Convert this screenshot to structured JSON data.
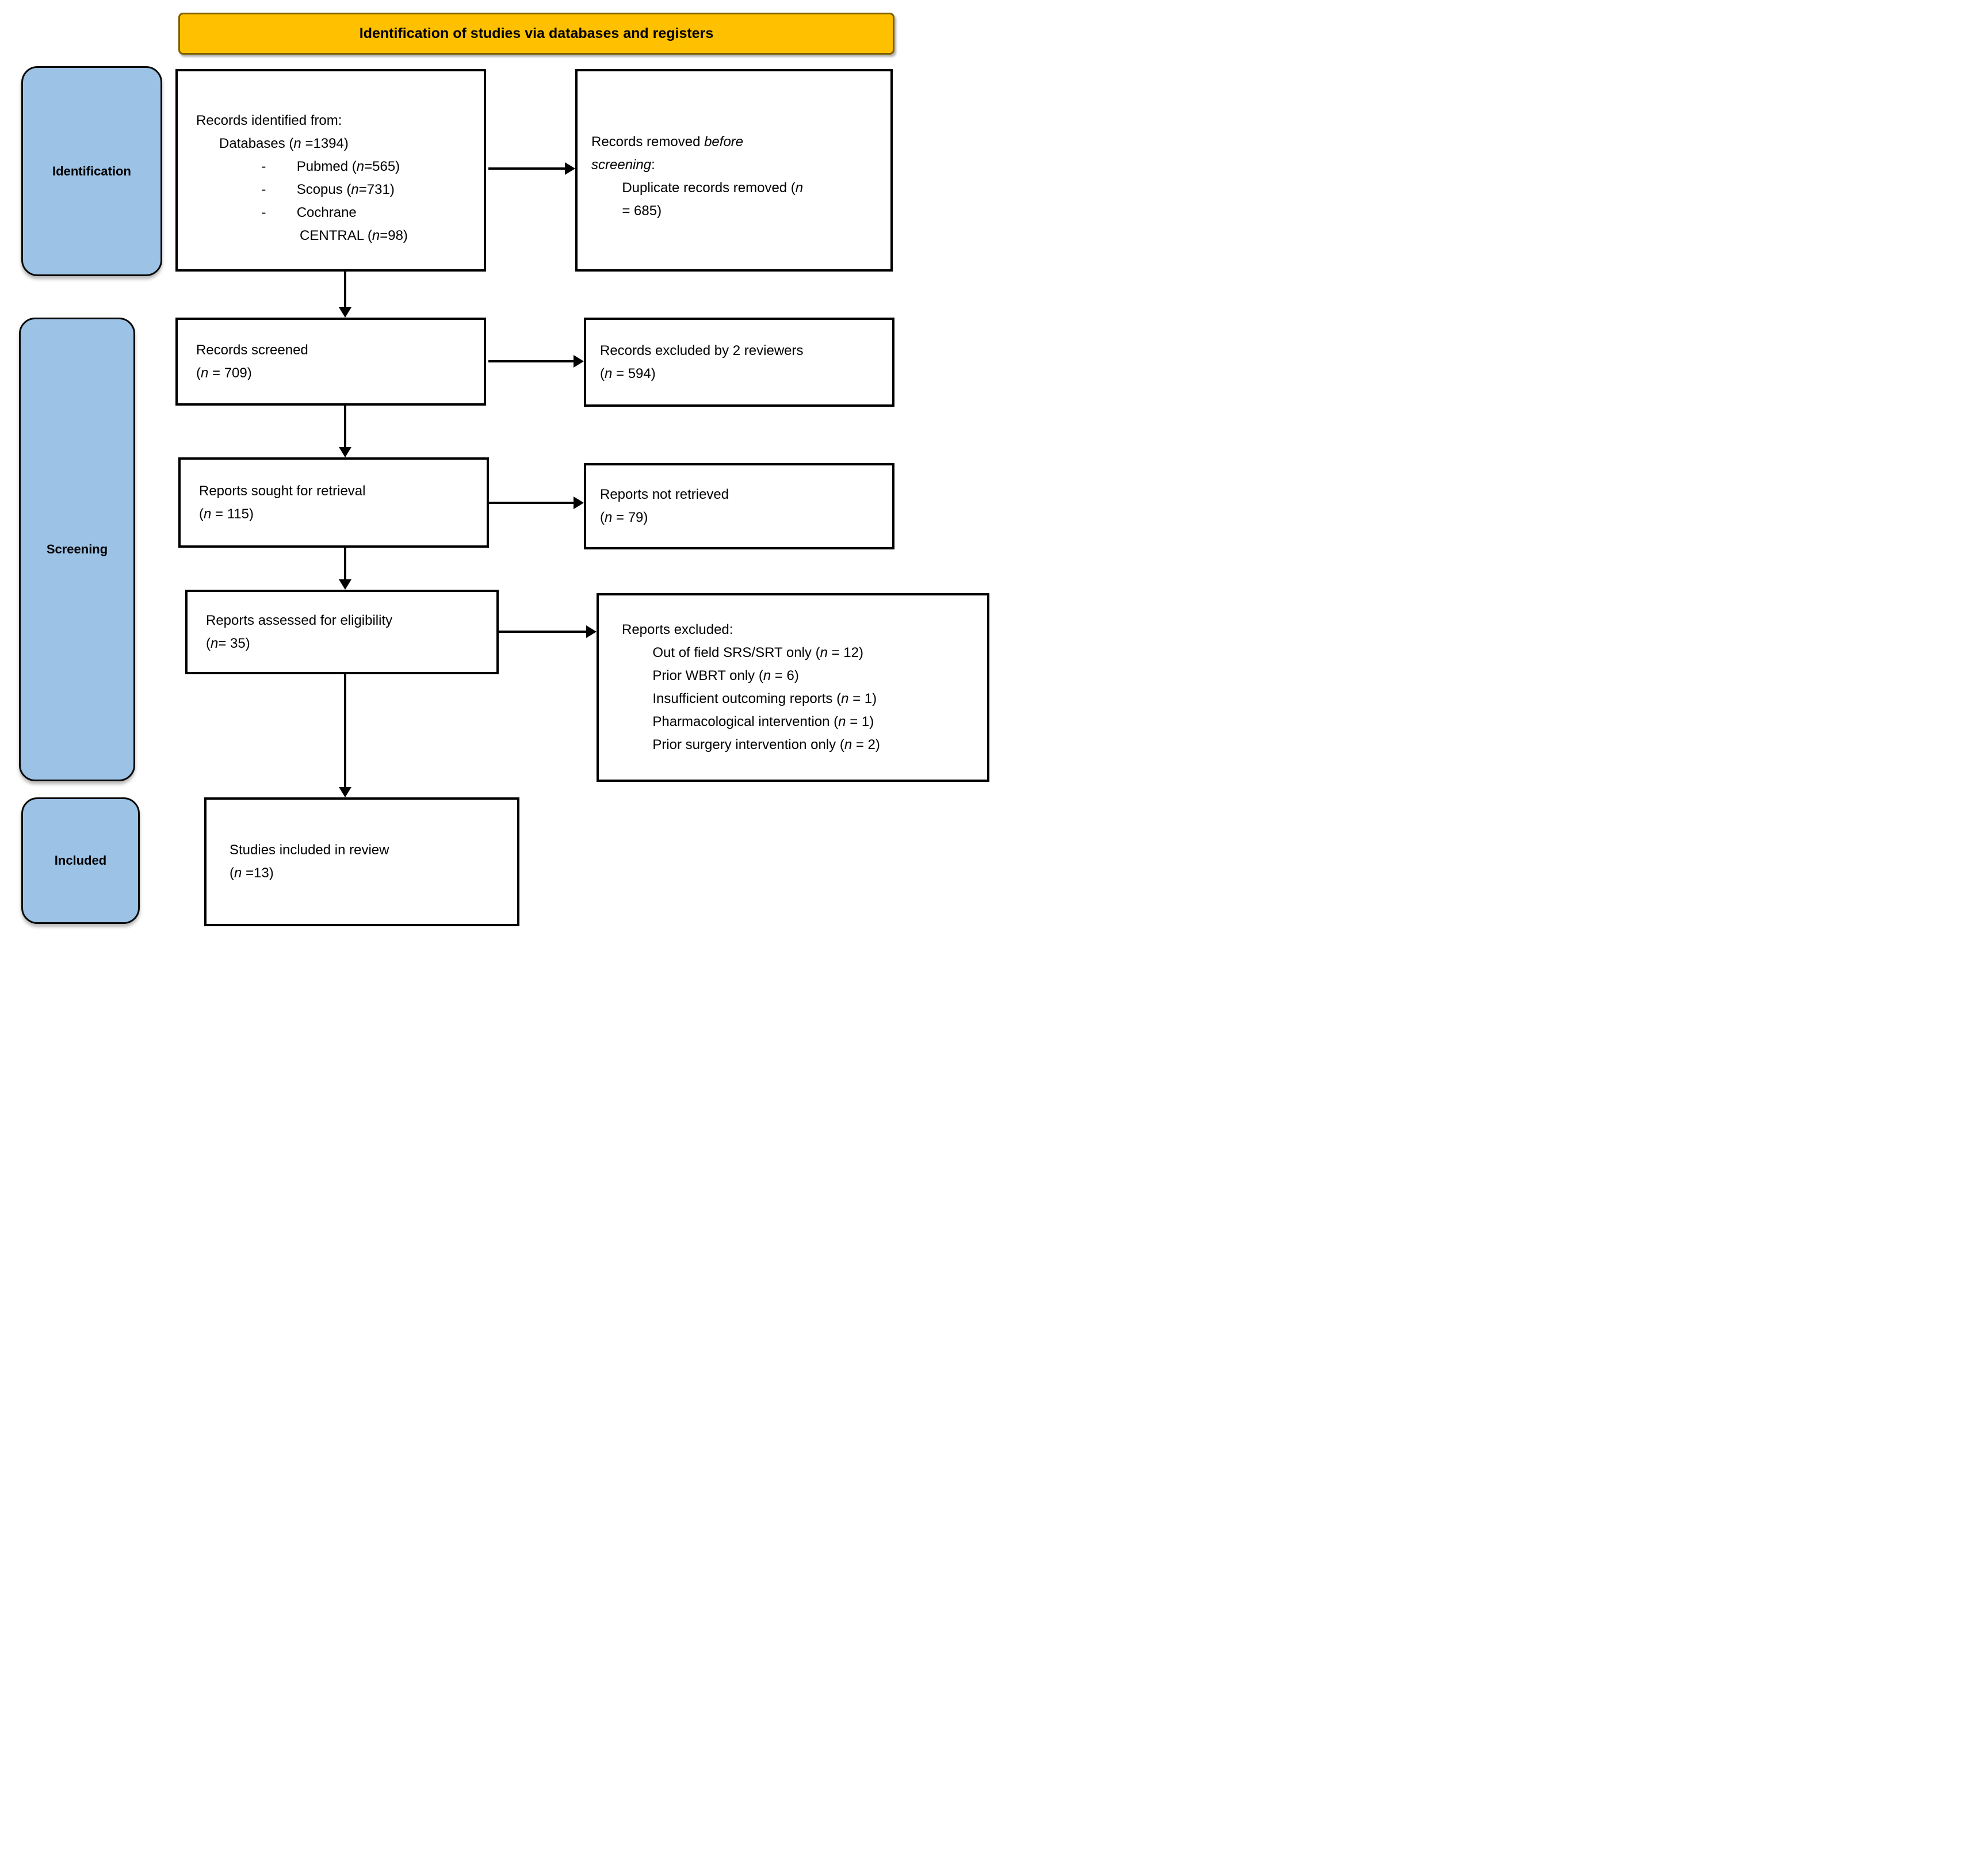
{
  "banner": {
    "title": "Identification of studies via databases and registers"
  },
  "stages": [
    {
      "label": "Identification"
    },
    {
      "label": "Screening"
    },
    {
      "label": "Included"
    }
  ],
  "colors": {
    "banner_fill": "#FFC000",
    "banner_border": "#7F6000",
    "stage_fill": "#9CC2E5",
    "stage_border": "#0a0a0a",
    "box_border": "#000000",
    "arrow": "#000000",
    "text": "#000000"
  },
  "boxes": {
    "identified": {
      "lines": [
        [
          {
            "t": "Records identified from:"
          }
        ],
        [
          {
            "t": "      Databases ("
          },
          {
            "t": "n",
            "i": true
          },
          {
            "t": " =1394)"
          }
        ],
        [
          {
            "t": "                 -        Pubmed ("
          },
          {
            "t": "n",
            "i": true
          },
          {
            "t": "=565)"
          }
        ],
        [
          {
            "t": "                 -        Scopus ("
          },
          {
            "t": "n",
            "i": true
          },
          {
            "t": "=731)"
          }
        ],
        [
          {
            "t": "                 -        Cochrane"
          }
        ],
        [
          {
            "t": "                           CENTRAL ("
          },
          {
            "t": "n",
            "i": true
          },
          {
            "t": "=98)"
          }
        ]
      ]
    },
    "removed": {
      "lines": [
        [
          {
            "t": "Records removed "
          },
          {
            "t": "before",
            "i": true
          }
        ],
        [
          {
            "t": "screening",
            "i": true
          },
          {
            "t": ":"
          }
        ],
        [
          {
            "t": "        Duplicate records removed ("
          },
          {
            "t": "n",
            "i": true
          }
        ],
        [
          {
            "t": "        = 685)"
          }
        ]
      ]
    },
    "screened": {
      "lines": [
        [
          {
            "t": "Records screened"
          }
        ],
        [
          {
            "t": "("
          },
          {
            "t": "n",
            "i": true
          },
          {
            "t": " = 709)"
          }
        ]
      ]
    },
    "excluded_screening": {
      "lines": [
        [
          {
            "t": "Records excluded by 2 reviewers"
          }
        ],
        [
          {
            "t": "("
          },
          {
            "t": "n",
            "i": true
          },
          {
            "t": " = 594)"
          }
        ]
      ]
    },
    "sought": {
      "lines": [
        [
          {
            "t": "Reports sought for retrieval"
          }
        ],
        [
          {
            "t": "("
          },
          {
            "t": "n",
            "i": true
          },
          {
            "t": " = 115)"
          }
        ]
      ]
    },
    "not_retrieved": {
      "lines": [
        [
          {
            "t": "Reports not retrieved"
          }
        ],
        [
          {
            "t": "("
          },
          {
            "t": "n",
            "i": true
          },
          {
            "t": " = 79)"
          }
        ]
      ]
    },
    "assessed": {
      "lines": [
        [
          {
            "t": "Reports assessed for eligibility"
          }
        ],
        [
          {
            "t": "("
          },
          {
            "t": "n",
            "i": true
          },
          {
            "t": "= 35)"
          }
        ]
      ]
    },
    "excluded_eligibility": {
      "lines": [
        [
          {
            "t": "Reports excluded:"
          }
        ],
        [
          {
            "t": "        Out of field SRS/SRT only ("
          },
          {
            "t": "n",
            "i": true
          },
          {
            "t": " = 12)"
          }
        ],
        [
          {
            "t": "        Prior WBRT only ("
          },
          {
            "t": "n",
            "i": true
          },
          {
            "t": " = 6)"
          }
        ],
        [
          {
            "t": "        Insufficient outcoming reports ("
          },
          {
            "t": "n",
            "i": true
          },
          {
            "t": " = 1)"
          }
        ],
        [
          {
            "t": "        Pharmacological intervention ("
          },
          {
            "t": "n",
            "i": true
          },
          {
            "t": " = 1)"
          }
        ],
        [
          {
            "t": "        Prior surgery intervention only ("
          },
          {
            "t": "n",
            "i": true
          },
          {
            "t": " = 2)"
          }
        ]
      ]
    },
    "included_studies": {
      "lines": [
        [
          {
            "t": "Studies included in review"
          }
        ],
        [
          {
            "t": "("
          },
          {
            "t": "n",
            "i": true
          },
          {
            "t": " =13)"
          }
        ]
      ]
    }
  }
}
